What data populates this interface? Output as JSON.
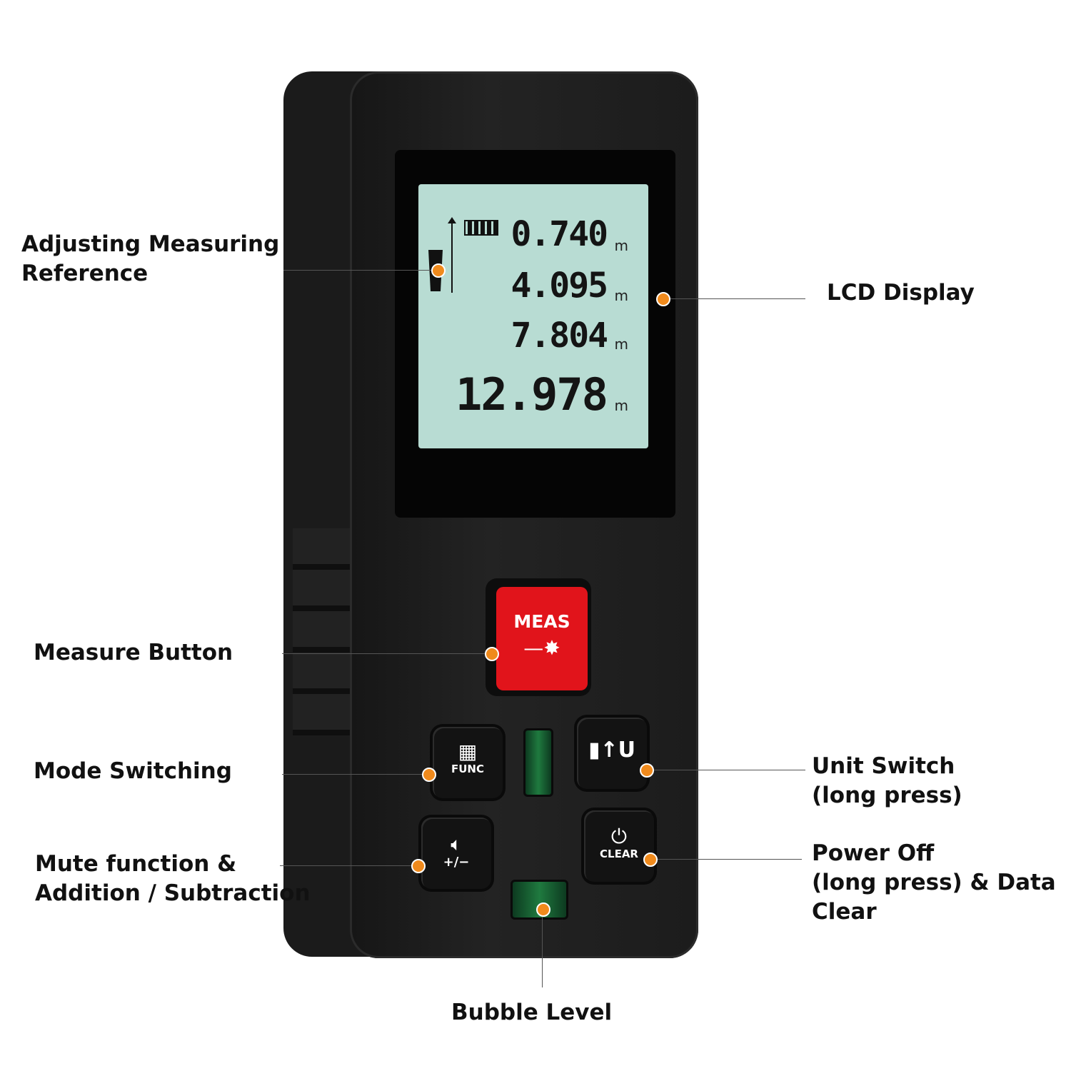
{
  "device": {
    "lcd": {
      "readings": [
        {
          "value": "0.740",
          "unit": "m"
        },
        {
          "value": "4.095",
          "unit": "m"
        },
        {
          "value": "7.804",
          "unit": "m"
        },
        {
          "value": "12.978",
          "unit": "m"
        }
      ],
      "battery_icon": "battery-full-icon",
      "reference_icon": "measuring-reference-icon"
    },
    "buttons": {
      "measure": "MEAS",
      "func": "FUNC",
      "clear": "CLEAR",
      "plus_minus": "+/−",
      "unit": "U"
    }
  },
  "annotations": {
    "reference": [
      "Adjusting Measuring",
      "Reference"
    ],
    "lcd": "LCD Display",
    "measure": "Measure Button",
    "mode": "Mode Switching",
    "mute": [
      "Mute function &",
      "Addition / Subtraction"
    ],
    "unit": [
      "Unit Switch",
      "(long press)"
    ],
    "power": [
      "Power Off",
      "(long press) & Data",
      "Clear"
    ],
    "bubble": "Bubble Level"
  },
  "colors": {
    "accent_dot": "#f08a1c",
    "measure_button": "#e1141b",
    "lcd": "#b8dcd3"
  }
}
